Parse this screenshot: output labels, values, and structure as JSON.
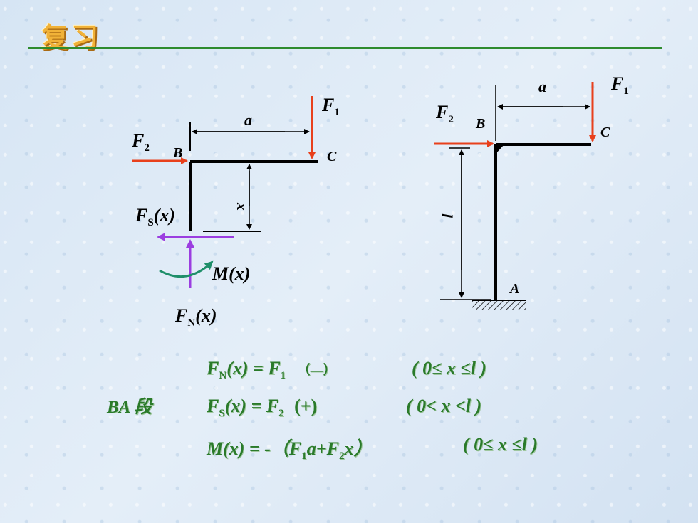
{
  "title": "复习",
  "left_figure": {
    "label_F1": "F",
    "label_F1_sub": "1",
    "label_F2": "F",
    "label_F2_sub": "2",
    "label_a": "a",
    "label_B": "B",
    "label_C": "C",
    "label_x": "x",
    "label_FS_F": "F",
    "label_FS_sub": "S",
    "label_FS_arg": "(x)",
    "label_M": "M(x)",
    "label_FN_F": "F",
    "label_FN_sub": "N",
    "label_FN_arg": "(x)"
  },
  "right_figure": {
    "label_a": "a",
    "label_F1": "F",
    "label_F1_sub": "1",
    "label_F2": "F",
    "label_F2_sub": "2",
    "label_B": "B",
    "label_C": "C",
    "label_l": "l",
    "label_A": "A"
  },
  "segment_label": "BA 段",
  "equations": [
    {
      "lhs_F": "F",
      "lhs_sub": "N",
      "lhs_rest": "(x) = F",
      "rhs_sub": "1",
      "sign": "（—）",
      "range": "( 0≤ x ≤l )"
    },
    {
      "lhs_F": "F",
      "lhs_sub": "S",
      "lhs_rest": "(x) = F",
      "rhs_sub": "2",
      "sign": "(+)",
      "range": "( 0< x <l )"
    },
    {
      "text_a": "M(x) = -（F",
      "sub1": "1",
      "text_b": "a+F",
      "sub2": "2",
      "text_c": "x）",
      "range": "( 0≤ x ≤l )"
    }
  ],
  "colors": {
    "title": "#f1b238",
    "rule": "#2e8b2e",
    "force_red": "#e8401c",
    "shear_purple": "#9b3ee0",
    "moment_green": "#1f8f6a",
    "equation_green": "#2a7a2a"
  }
}
